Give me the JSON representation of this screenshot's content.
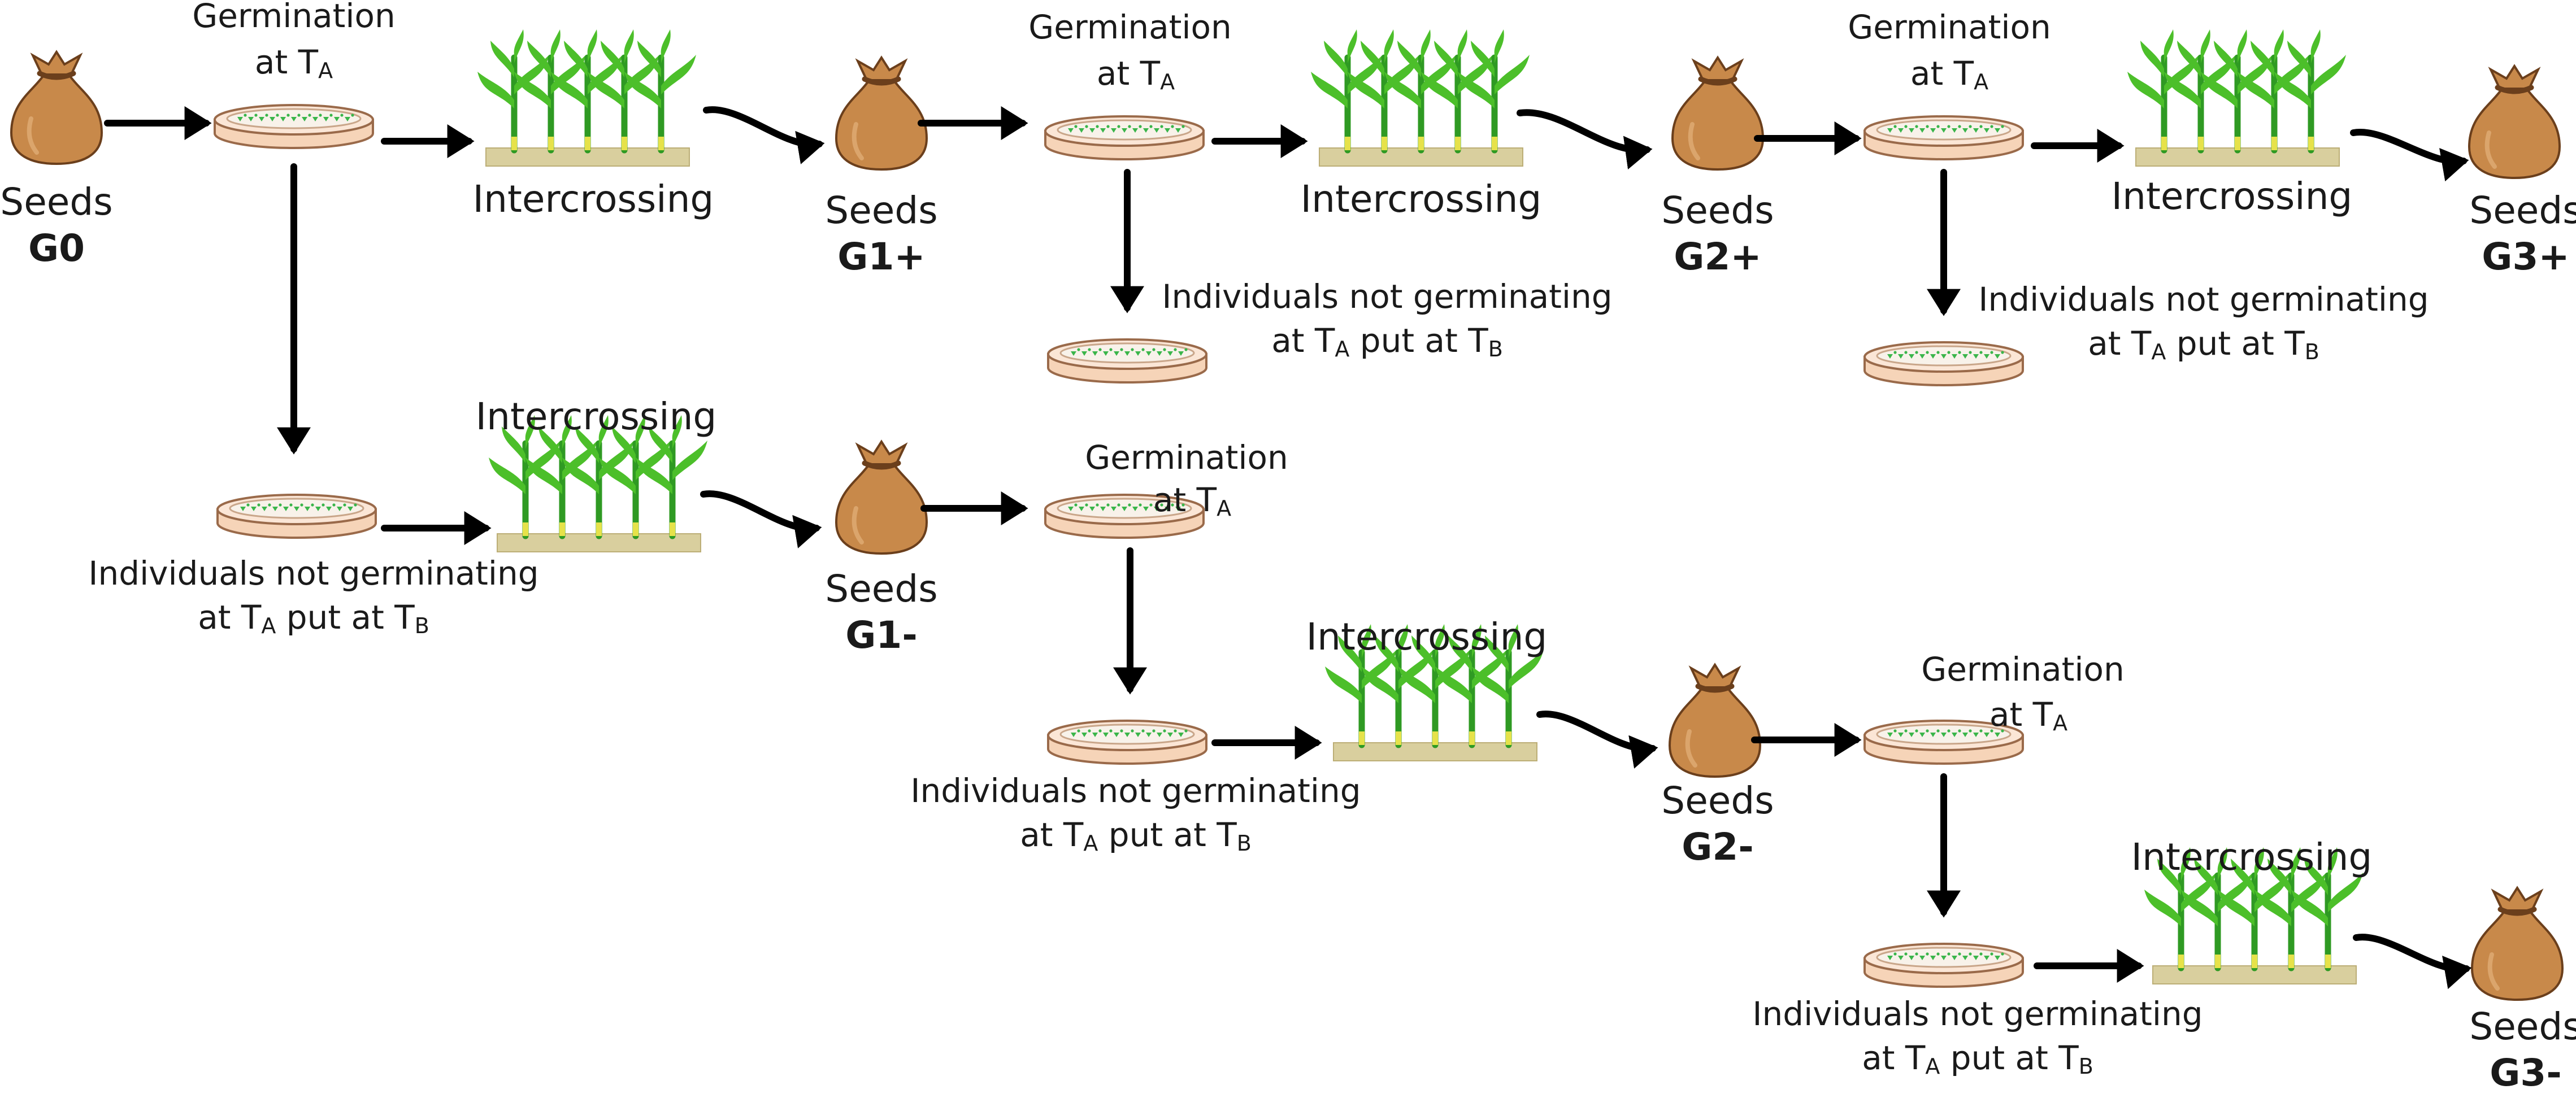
{
  "labels": {
    "seeds": "Seeds",
    "germination": "Germination",
    "at": "at T",
    "sub_a": "A",
    "sub_b": "B",
    "intercrossing": "Intercrossing",
    "not_germinating": "Individuals not germinating",
    "put_at": "put at T"
  },
  "generations": {
    "g0": "G0",
    "g1p": "G1+",
    "g2p": "G2+",
    "g3p": "G3+",
    "g1m": "G1-",
    "g2m": "G2-",
    "g3m": "G3-"
  },
  "colors": {
    "bag": "#c8894a",
    "bag_dark": "#6b3f1c",
    "dish_fill": "#f6d4b8",
    "dish_edge": "#9a6a4a",
    "seedling": "#3ab54a",
    "plant": "#4cbf2a",
    "soil": "#d9cf9e"
  }
}
